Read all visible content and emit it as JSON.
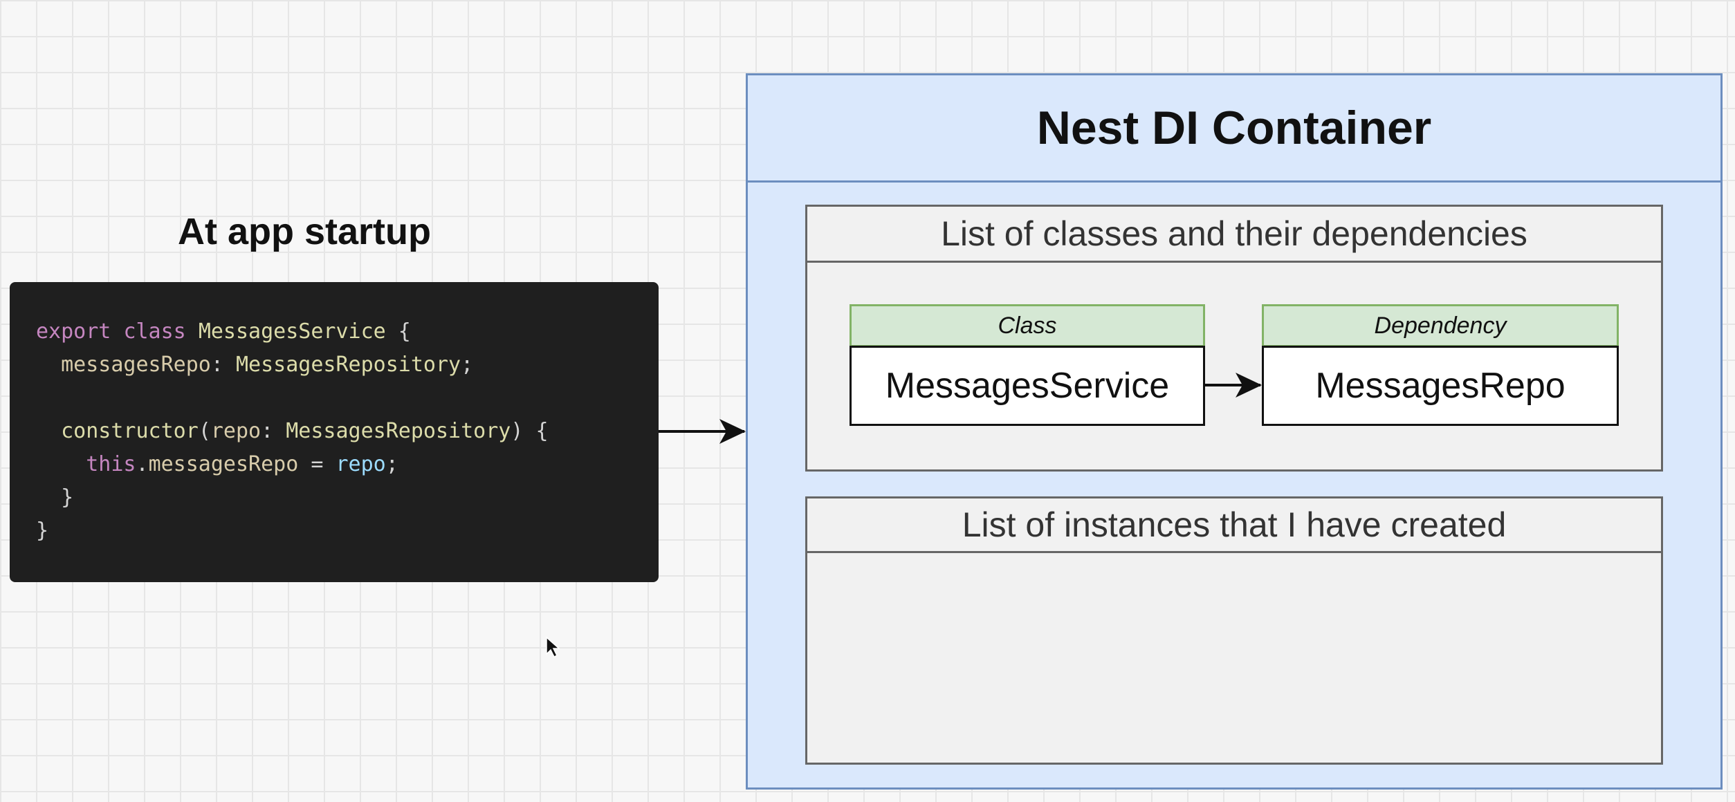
{
  "startup_title": "At app startup",
  "code": {
    "lines": [
      [
        {
          "t": "export",
          "c": "kw"
        },
        {
          "t": " ",
          "c": "pn"
        },
        {
          "t": "class",
          "c": "kw"
        },
        {
          "t": " ",
          "c": "pn"
        },
        {
          "t": "MessagesService",
          "c": "ty"
        },
        {
          "t": " {",
          "c": "pn"
        }
      ],
      [
        {
          "t": "  messagesRepo",
          "c": "pr"
        },
        {
          "t": ": ",
          "c": "pn"
        },
        {
          "t": "MessagesRepository",
          "c": "ty"
        },
        {
          "t": ";",
          "c": "pn"
        }
      ],
      [],
      [
        {
          "t": "  constructor",
          "c": "fn"
        },
        {
          "t": "(",
          "c": "pn"
        },
        {
          "t": "repo",
          "c": "pr"
        },
        {
          "t": ": ",
          "c": "pn"
        },
        {
          "t": "MessagesRepository",
          "c": "ty"
        },
        {
          "t": ") {",
          "c": "pn"
        }
      ],
      [
        {
          "t": "    this",
          "c": "kw"
        },
        {
          "t": ".",
          "c": "pn"
        },
        {
          "t": "messagesRepo",
          "c": "pr"
        },
        {
          "t": " = ",
          "c": "pn"
        },
        {
          "t": "repo",
          "c": "vr"
        },
        {
          "t": ";",
          "c": "pn"
        }
      ],
      [
        {
          "t": "  }",
          "c": "pn"
        }
      ],
      [
        {
          "t": "}",
          "c": "pn"
        }
      ]
    ]
  },
  "container": {
    "title": "Nest DI Container",
    "classes_section": {
      "title": "List of classes and their dependencies",
      "class_label": "Class",
      "class_name": "MessagesService",
      "dependency_label": "Dependency",
      "dependency_name": "MessagesRepo"
    },
    "instances_section": {
      "title": "List of instances that I have created"
    }
  },
  "colors": {
    "container_fill": "#dae8fc",
    "container_border": "#6c8ebf",
    "label_fill": "#d5e8d4",
    "label_border": "#82b366",
    "code_background": "#1f1f1f"
  }
}
